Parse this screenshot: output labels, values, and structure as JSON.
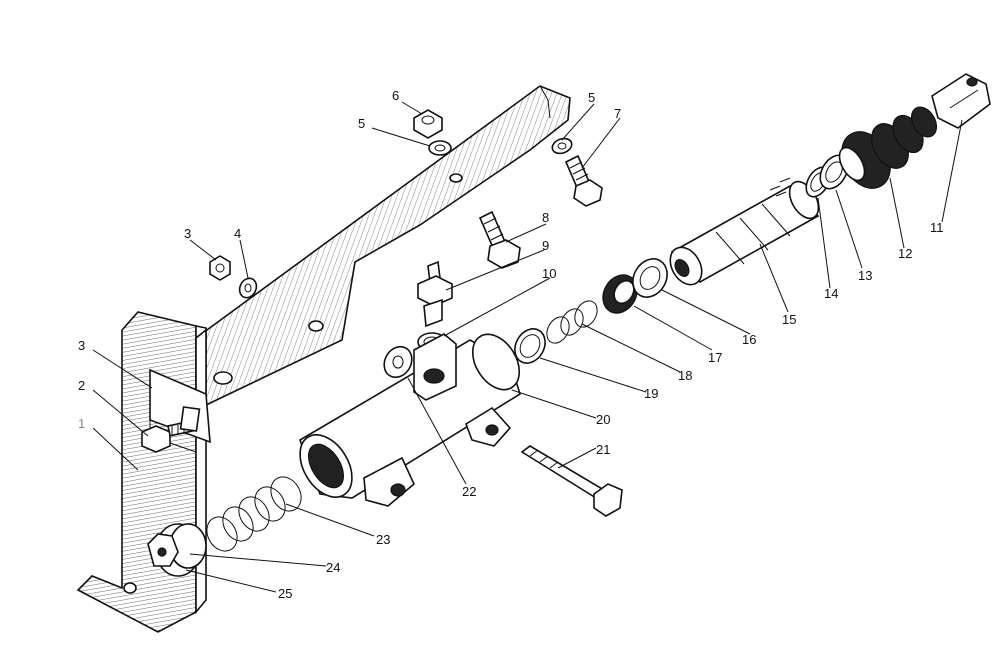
{
  "labels": {
    "l1": "1",
    "l2": "2",
    "l3a": "3",
    "l3b": "3",
    "l4": "4",
    "l5a": "5",
    "l5b": "5",
    "l6": "6",
    "l7": "7",
    "l8": "8",
    "l9": "9",
    "l10": "10",
    "l11": "11",
    "l12": "12",
    "l13": "13",
    "l14": "14",
    "l15": "15",
    "l16": "16",
    "l17": "17",
    "l18": "18",
    "l19": "19",
    "l20": "20",
    "l21": "21",
    "l22": "22",
    "l23": "23",
    "l24": "24",
    "l25": "25"
  }
}
